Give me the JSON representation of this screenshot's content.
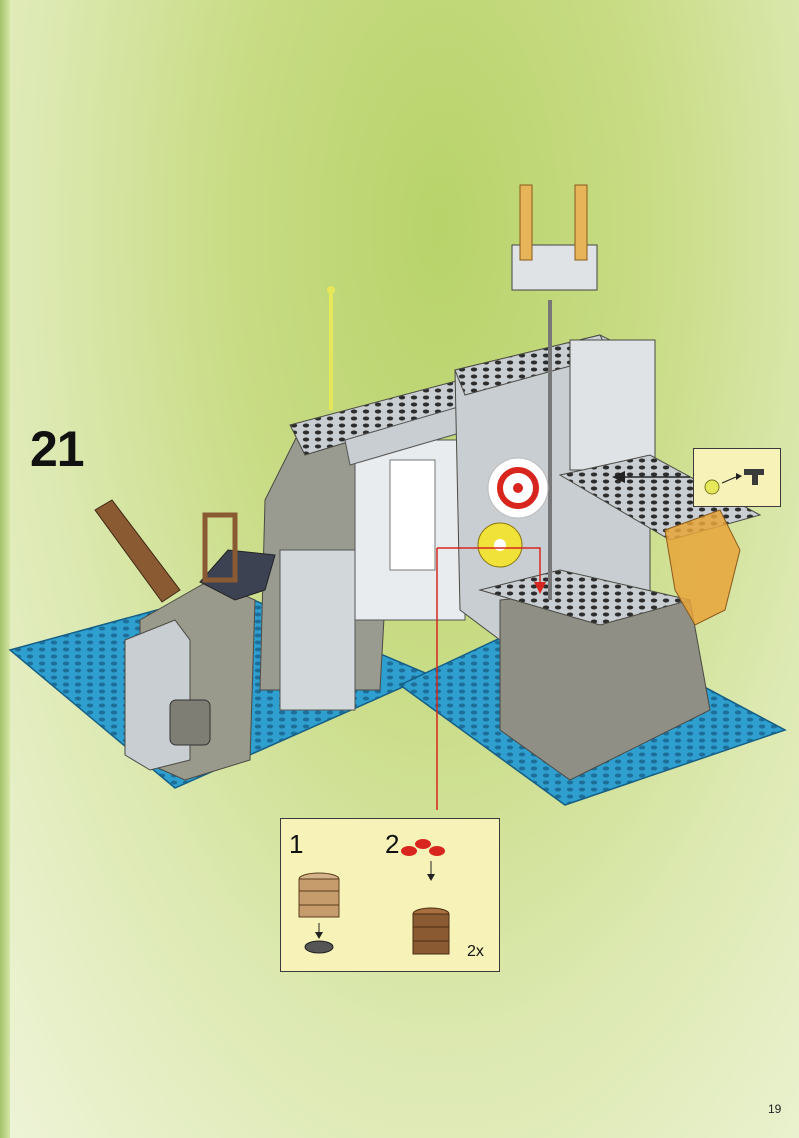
{
  "step": {
    "number": "21"
  },
  "page": {
    "number": "19"
  },
  "sub_assembly": {
    "steps": [
      {
        "number": "1"
      },
      {
        "number": "2",
        "quantity": "2x"
      }
    ]
  },
  "colors": {
    "baseplate": "#2f9fd0",
    "light_gray": "#c9ced2",
    "dark_gray": "#8f8f85",
    "brown": "#8a5a33",
    "red": "#d8261e",
    "yellow": "#f1e23a",
    "trans_orange": "#e7a43a",
    "callout_bg": "#f7f3b8"
  },
  "icons": [
    "barrel-icon",
    "round-plate-icon",
    "gun-icon",
    "target-icon",
    "pulley-wheel-icon",
    "antenna-icon"
  ]
}
